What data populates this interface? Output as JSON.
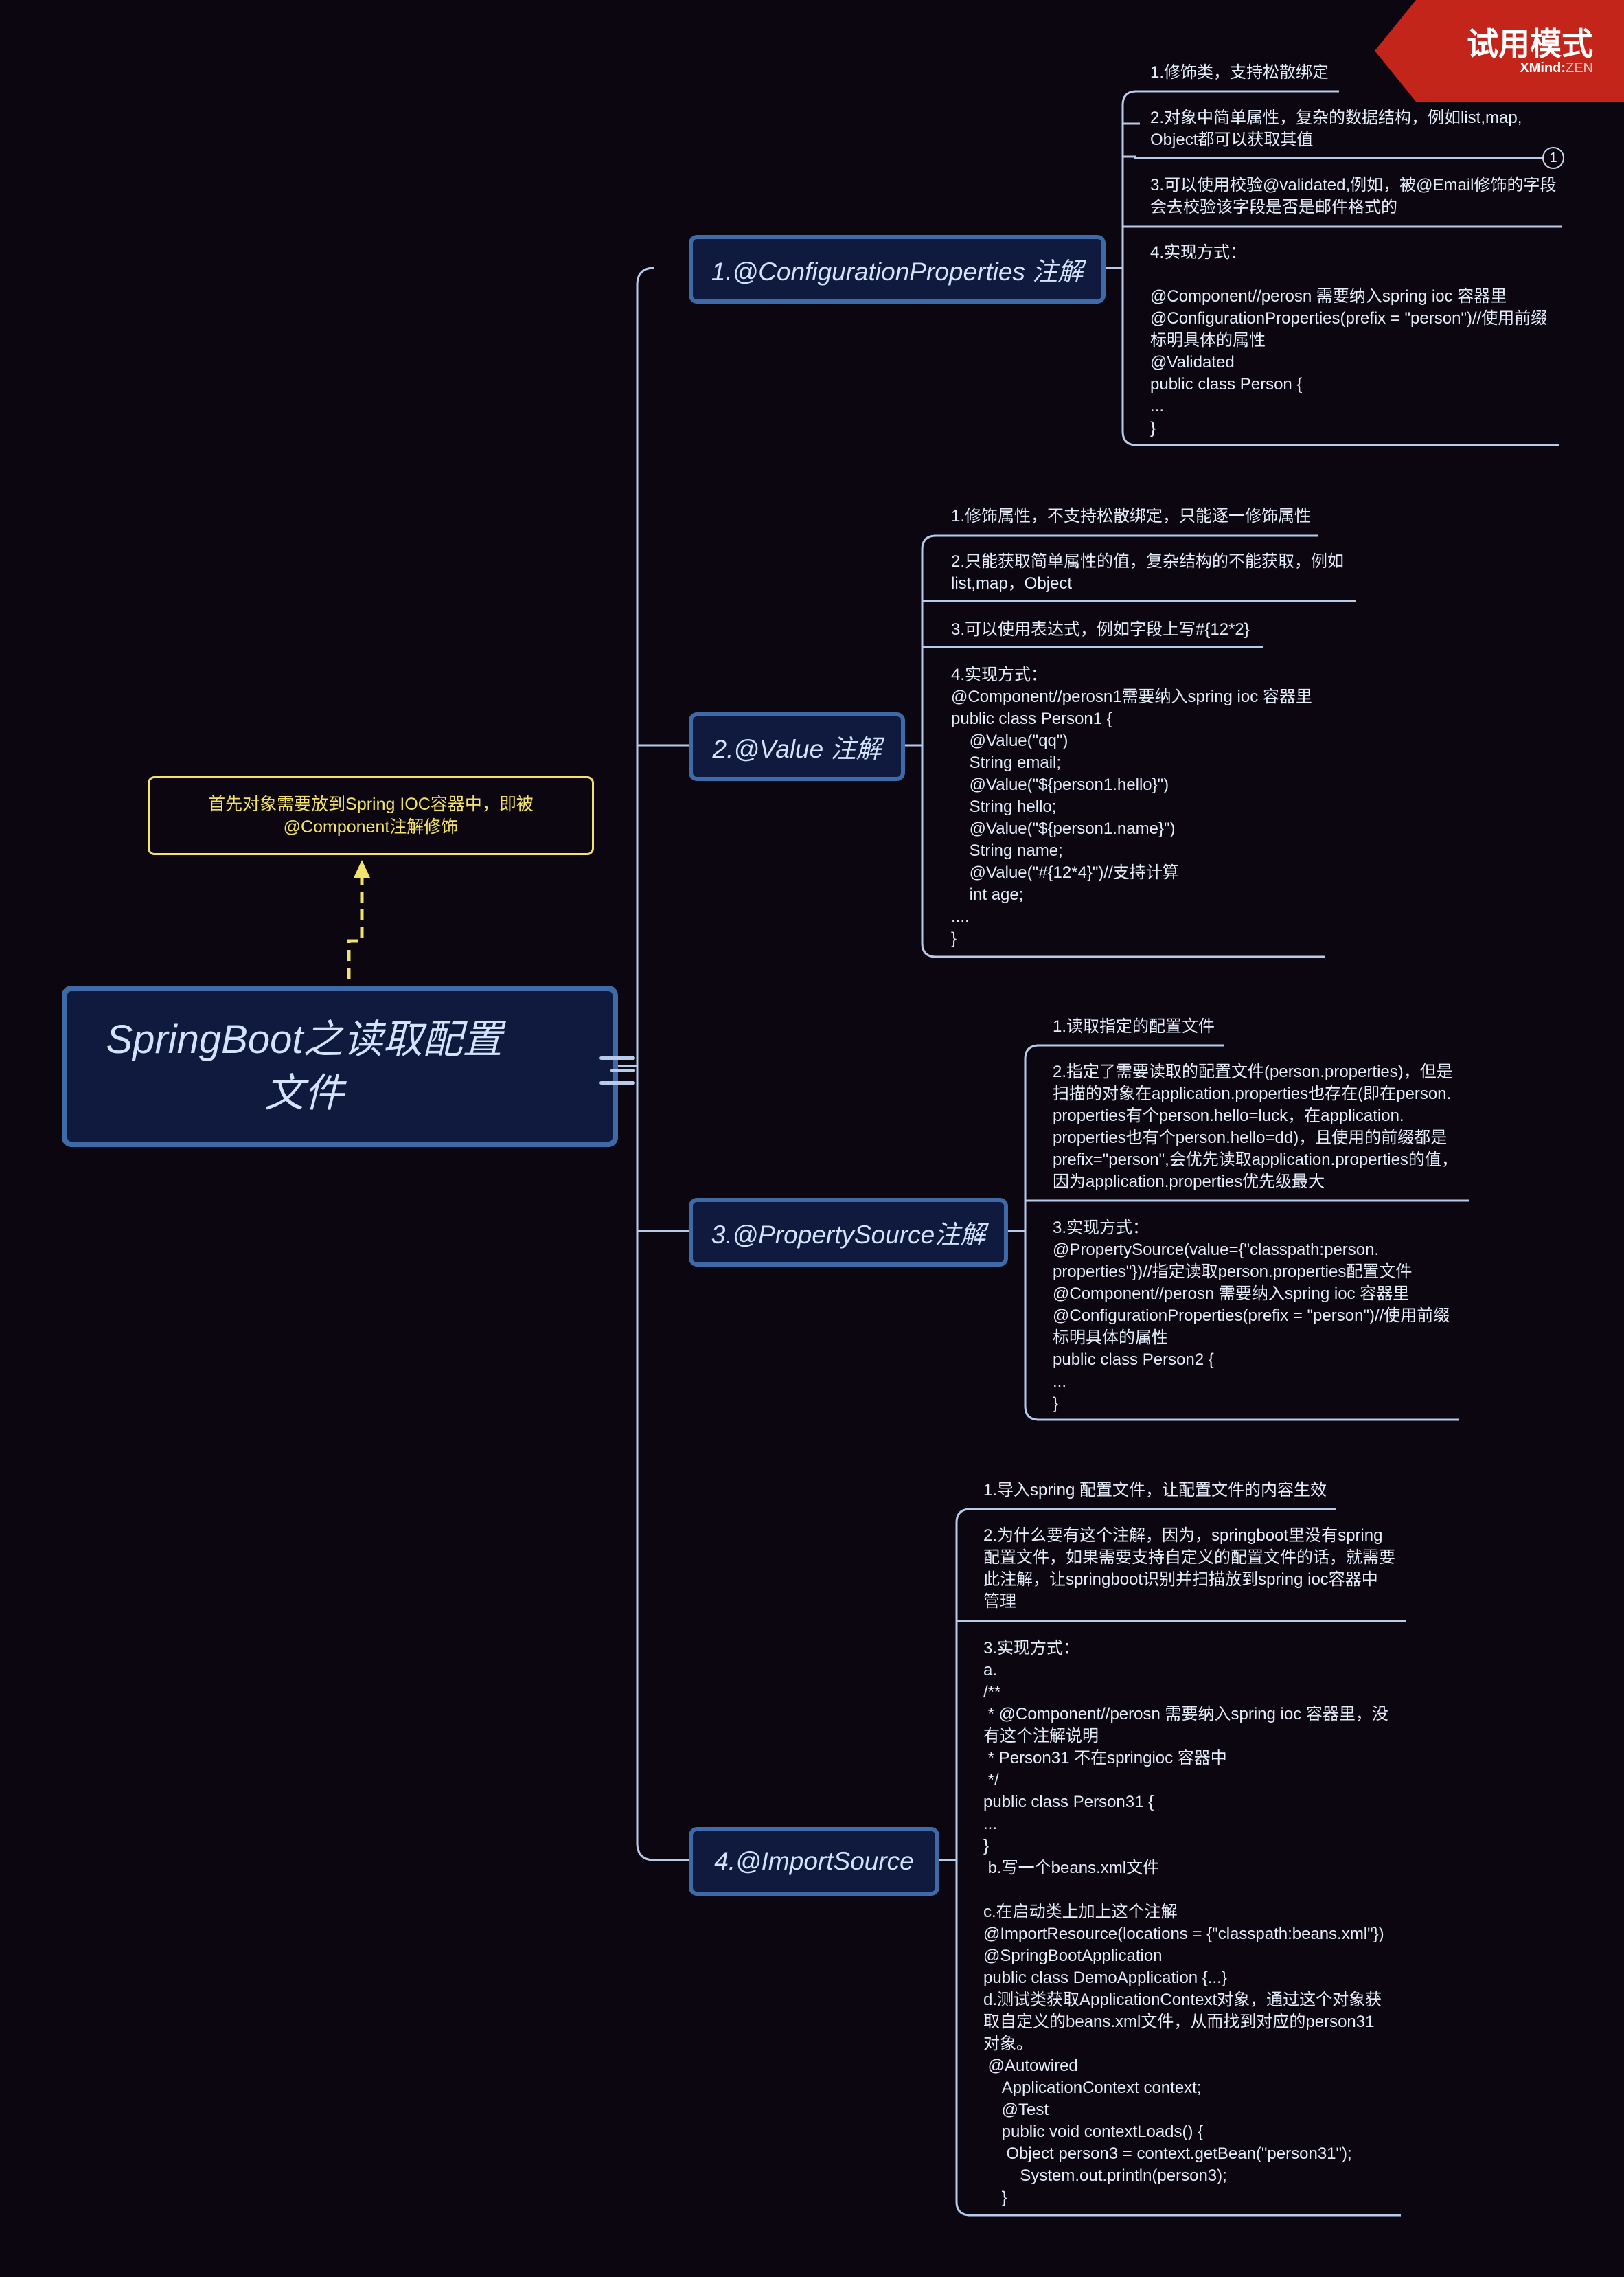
{
  "watermark": {
    "title": "试用模式",
    "brand": "XMind",
    "edition": "ZEN"
  },
  "central": {
    "title": "SpringBoot之读取配置文件",
    "icon": "menu-lines-icon"
  },
  "note": {
    "text": "首先对象需要放到Spring IOC容器中，即被@Component注解修饰"
  },
  "marker": {
    "label": "1"
  },
  "colors": {
    "background": "#0b0610",
    "topic_border": "#3f6aa8",
    "topic_fill": "#0f1a3e",
    "connector": "#b8cbea",
    "note": "#f3e36a",
    "watermark": "#c3251b"
  },
  "branches": [
    {
      "title": "1.@ConfigurationProperties 注解",
      "items": [
        "1.修饰类，支持松散绑定",
        "2.对象中简单属性，复杂的数据结构，例如list,map,\nObject都可以获取其值",
        "3.可以使用校验@validated,例如，被@Email修饰的字段\n会去校验该字段是否是邮件格式的",
        "4.实现方式：\n\n@Component//perosn 需要纳入spring ioc 容器里\n@ConfigurationProperties(prefix = \"person\")//使用前缀\n标明具体的属性\n@Validated\npublic class Person {\n...\n}"
      ]
    },
    {
      "title": "2.@Value 注解",
      "items": [
        "1.修饰属性，不支持松散绑定，只能逐一修饰属性",
        "2.只能获取简单属性的值，复杂结构的不能获取，例如\nlist,map，Object",
        "3.可以使用表达式，例如字段上写#{12*2}",
        "4.实现方式：\n@Component//perosn1需要纳入spring ioc 容器里\npublic class Person1 {\n    @Value(\"qq\")\n    String email;\n    @Value(\"${person1.hello}\")\n    String hello;\n    @Value(\"${person1.name}\")\n    String name;\n    @Value(\"#{12*4}\")//支持计算\n    int age;\n....\n}"
      ]
    },
    {
      "title": "3.@PropertySource注解",
      "items": [
        "1.读取指定的配置文件",
        "2.指定了需要读取的配置文件(person.properties)，但是\n扫描的对象在application.properties也存在(即在person.\nproperties有个person.hello=luck，在application.\nproperties也有个person.hello=dd)，且使用的前缀都是\nprefix=\"person\",会优先读取application.properties的值，\n因为application.properties优先级最大",
        "3.实现方式：\n@PropertySource(value={\"classpath:person.\nproperties\"})//指定读取person.properties配置文件\n@Component//perosn 需要纳入spring ioc 容器里\n@ConfigurationProperties(prefix = \"person\")//使用前缀\n标明具体的属性\npublic class Person2 {\n...\n}"
      ]
    },
    {
      "title": "4.@ImportSource",
      "items": [
        "1.导入spring 配置文件，让配置文件的内容生效",
        "2.为什么要有这个注解，因为，springboot里没有spring\n配置文件，如果需要支持自定义的配置文件的话，就需要\n此注解，让springboot识别并扫描放到spring ioc容器中\n管理",
        "3.实现方式：\na.\n/**\n * @Component//perosn 需要纳入spring ioc 容器里，没\n有这个注解说明\n * Person31 不在springioc 容器中\n */\npublic class Person31 {\n...\n}\n b.写一个beans.xml文件\n\nc.在启动类上加上这个注解\n@ImportResource(locations = {\"classpath:beans.xml\"})\n@SpringBootApplication\npublic class DemoApplication {...}\nd.测试类获取ApplicationContext对象，通过这个对象获\n取自定义的beans.xml文件，从而找到对应的person31\n对象。\n @Autowired\n    ApplicationContext context;\n    @Test\n    public void contextLoads() {\n     Object person3 = context.getBean(\"person31\");\n        System.out.println(person3);\n    }"
      ]
    }
  ]
}
